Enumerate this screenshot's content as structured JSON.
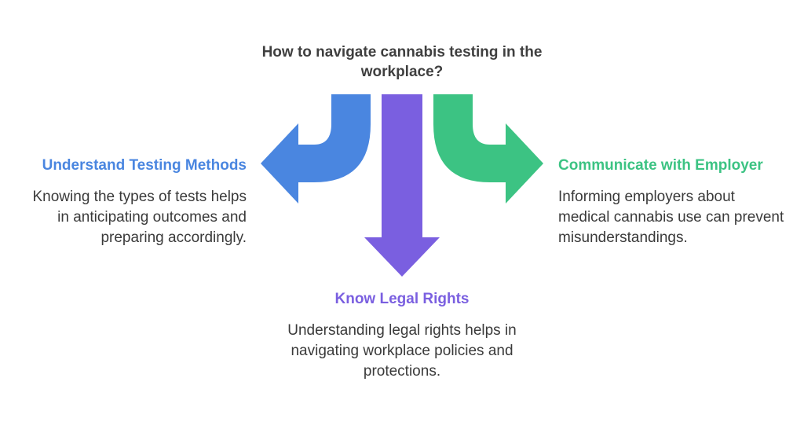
{
  "title": "How to navigate cannabis testing in the workplace?",
  "colors": {
    "blue": "#4a86e0",
    "purple": "#7a5fe0",
    "green": "#3cc383",
    "text": "#3a3a3a",
    "title": "#3f3f3f"
  },
  "branches": {
    "left": {
      "heading": "Understand Testing Methods",
      "description": "Knowing the types of tests helps in anticipating outcomes and preparing accordingly."
    },
    "middle": {
      "heading": "Know Legal Rights",
      "description": "Understanding legal rights helps in navigating workplace policies and protections."
    },
    "right": {
      "heading": "Communicate with Employer",
      "description": "Informing employers about medical cannabis use can prevent misunderstandings."
    }
  }
}
